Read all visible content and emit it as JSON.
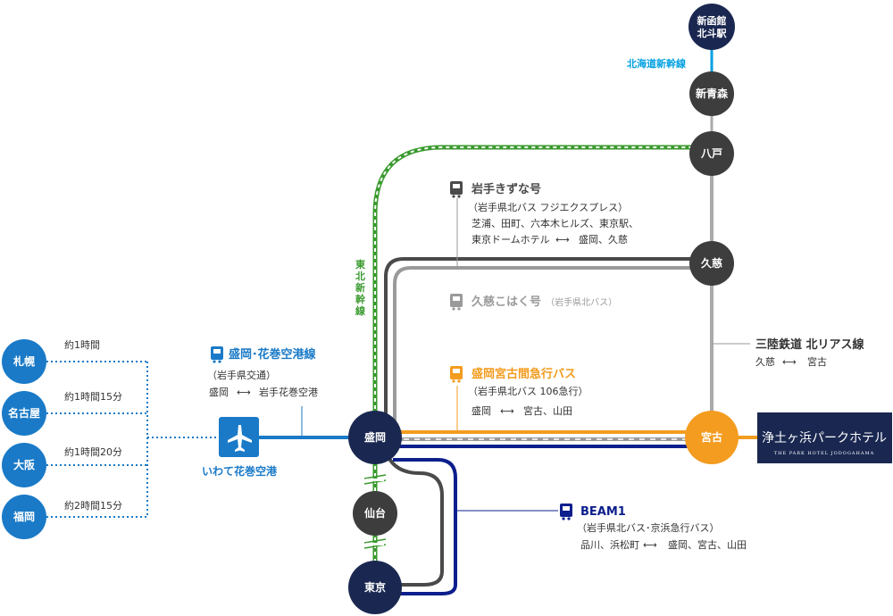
{
  "stations": {
    "hakodate": "新函館\n北斗駅",
    "shinaomori": "新青森",
    "hachinohe": "八戸",
    "kuji": "久慈",
    "miyako": "宮古",
    "morioka": "盛岡",
    "sendai": "仙台",
    "tokyo": "東京"
  },
  "origins": [
    {
      "city": "札幌",
      "time": "約1時間"
    },
    {
      "city": "名古屋",
      "time": "約1時間15分"
    },
    {
      "city": "大阪",
      "time": "約1時間20分"
    },
    {
      "city": "福岡",
      "time": "約2時間15分"
    }
  ],
  "airport": {
    "name": "いわて花巻空港",
    "route_title": "盛岡･花巻空港線",
    "operator": "（岩手県交通）",
    "from": "盛岡",
    "to": "岩手花巻空港"
  },
  "lines": {
    "hokkaido_shinkansen": "北海道新幹線",
    "tohoku_shinkansen": "東北新幹線",
    "sanriku": {
      "title": "三陸鉄道 北リアス線",
      "from": "久慈",
      "to": "宮古"
    }
  },
  "buses": {
    "iwate_kizuna": {
      "title": "岩手きずな号",
      "operator": "（岩手県北バス フジエクスプレス）",
      "line1": "芝浦、田町、六本木ヒルズ、東京駅、",
      "line2_from": "東京ドームホテル",
      "line2_to": "盛岡、久慈"
    },
    "kuji_kohaku": {
      "title": "久慈こはく号",
      "operator": "（岩手県北バス）"
    },
    "morioka_miyako": {
      "title": "盛岡宮古間急行バス",
      "operator": "（岩手県北バス 106急行）",
      "from": "盛岡",
      "to": "宮古、山田"
    },
    "beam1": {
      "title": "BEAM1",
      "operator": "（岩手県北バス･京浜急行バス）",
      "from": "品川、浜松町",
      "to": "盛岡、宮古、山田"
    }
  },
  "hotel": {
    "name": "浄土ヶ浜パークホテル",
    "sub": "THE PARK HOTEL JODOGAHAMA"
  },
  "colors": {
    "station_dark": "#3d3d3d",
    "station_navy": "#1a2851",
    "origin_blue": "#1a7ac7",
    "shinkansen_green": "#3a9a2e",
    "hokkaido_blue": "#00a0e0",
    "bus_dark": "#4a4a4a",
    "bus_gray": "#9a9a9a",
    "bus_orange": "#f39c1f",
    "bus_navy": "#0d1f8c",
    "airport_blue": "#1a7ac7"
  }
}
